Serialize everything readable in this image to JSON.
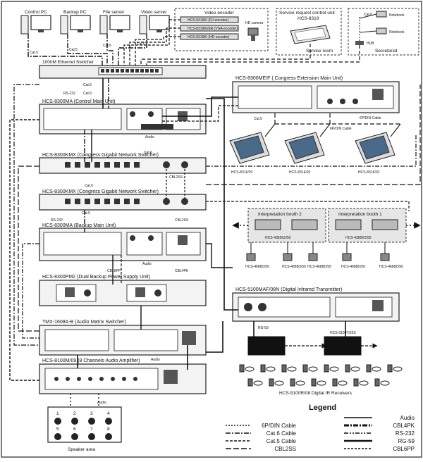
{
  "top_devices": {
    "control_pc": "Control PC",
    "backup_pc": "Backup PC",
    "file_server": "File server",
    "video_server": "Video server"
  },
  "video_encoder": {
    "title": "Video encoder",
    "rows": [
      "HCS-8319KI (RJ encoder)",
      "HCS-8319KI/ER (VGA encoder)",
      "HCS-8319KI (HD encoder)"
    ],
    "hd_camera": "HD camera"
  },
  "service_unit": {
    "title": "Service request control unit",
    "model": "HCS-8319",
    "room": "Service room"
  },
  "secretariat": {
    "cat6": "Cat.6",
    "notebook": "Notebook",
    "hub": "HUB",
    "label": "Secretariat"
  },
  "switcher": {
    "title": "1000M Ethernet Switcher"
  },
  "cable_tags": {
    "cat5": "Cat.5",
    "cat6": "Cat.6",
    "rs232": "RS-232",
    "audio": "Audio",
    "cbl2ss": "CBL2SS",
    "cbl4pk": "CBL4PK",
    "cbl6pp": "CBL6PP",
    "din": "6P/DIN Cable",
    "rg59": "RG-59"
  },
  "units": {
    "control_main": "HCS-8300MA (Control Main Unit)",
    "gigabit1": "HCS-8300KMX (Congress Gigabit Network Switcher)",
    "gigabit2": "HCS-8300KMX (Congress Gigabit Network Switcher)",
    "backup_main": "HCS-8300MA (Backup Main Unit)",
    "power_supply": "HCS-8300PM2 (Dual Backup Power Supply Unit)",
    "audio_matrix": "TMX-1608A-B (Audio Matrix Switcher)",
    "amplifier": "HCS-8100M/09 (8 Channels Audio Amplifier)",
    "extension": "HCS-8300ME/F ( Congress Extension Main Unit)",
    "ir_transmitter": "HCS-5100MAF/08N (Digital Infrared Transmitter)"
  },
  "delegates": {
    "model": "HCS-8316/20"
  },
  "booths": [
    {
      "title": "Interpretation booth 2",
      "model": "HCS-4385K2/50"
    },
    {
      "title": "Interpretation booth 1",
      "model": "HCS-4385K2/50"
    }
  ],
  "headphone_model": "HCS-4688D/50",
  "radiator_model": "HCS-5100T/35S",
  "receivers": "HCS-5100R/08 Digital IR Receivers",
  "speakers": {
    "labels": [
      "1",
      "2",
      "3",
      "4",
      "5",
      "6",
      "7",
      "8"
    ],
    "area": "Speaker area"
  },
  "legend": {
    "title": "Legend",
    "left": [
      "6P/DIN Cable",
      "Cat.6 Cable",
      "Cat.5 Cable",
      "CBL2SS"
    ],
    "right": [
      "Audio",
      "CBL4PK",
      "RS-232",
      "RG-59",
      "CBL6PP"
    ]
  }
}
